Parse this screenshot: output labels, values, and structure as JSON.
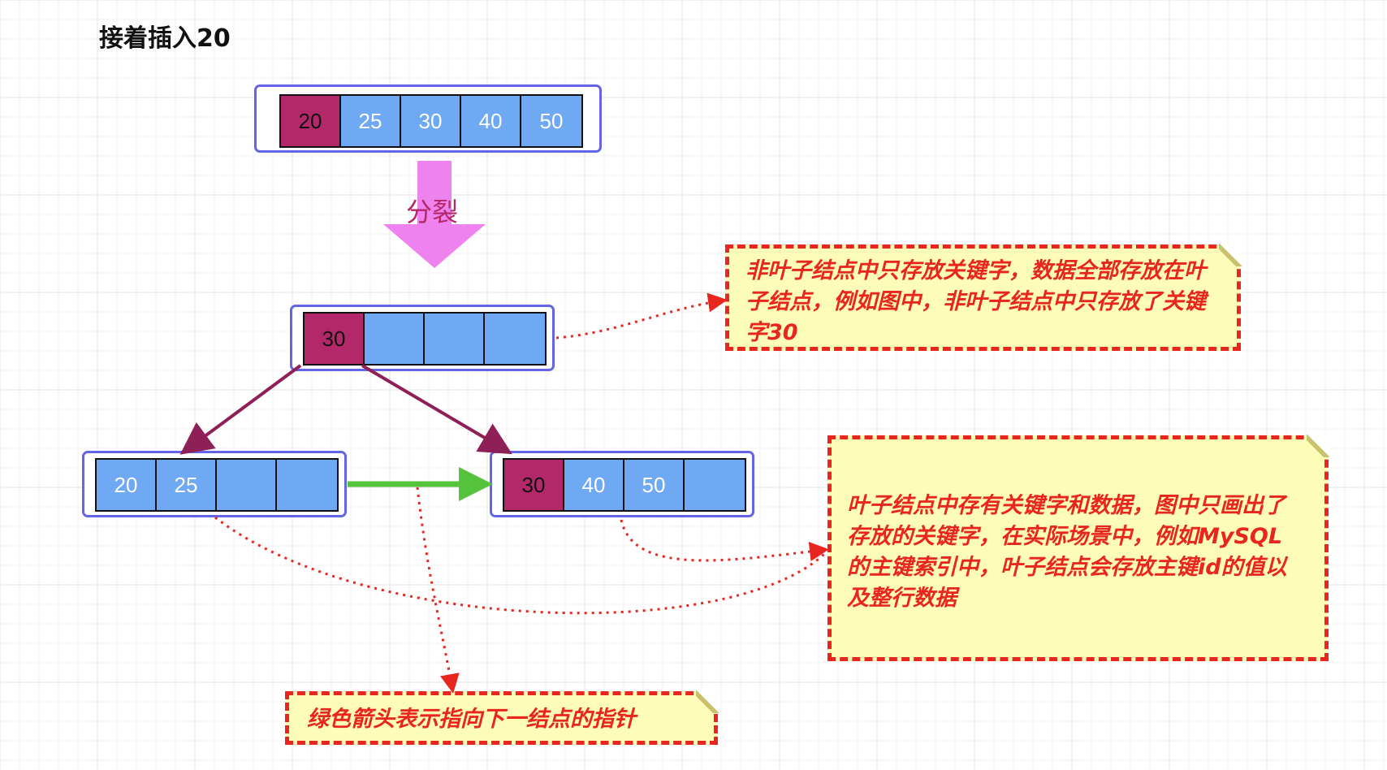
{
  "heading": "接着插入20",
  "split_label": "分裂",
  "nodes": {
    "before_split": [
      "20",
      "25",
      "30",
      "40",
      "50"
    ],
    "root": [
      "30",
      "",
      "",
      ""
    ],
    "leaf_left": [
      "20",
      "25",
      "",
      ""
    ],
    "leaf_right": [
      "30",
      "40",
      "50",
      ""
    ]
  },
  "notes": {
    "non_leaf": "非叶子结点中只存放关键字，数据全部存放在叶子结点，例如图中，非叶子结点中只存放了关键字30",
    "leaf": "叶子结点中存有关键字和数据，图中只画出了存放的关键字，在实际场景中，例如MySQL的主键索引中，叶子结点会存放主键id的值以及整行数据",
    "pointer": "绿色箭头表示指向下一结点的指针"
  },
  "colors": {
    "highlight_cell": "#b32869",
    "cell": "#6fa8f3",
    "node_border": "#6464e6",
    "split_arrow": "#ee82ee",
    "tree_edge": "#8e1f57",
    "next_pointer": "#56c33c",
    "note_border": "#e8251e",
    "note_fill": "#fdfcb8"
  }
}
